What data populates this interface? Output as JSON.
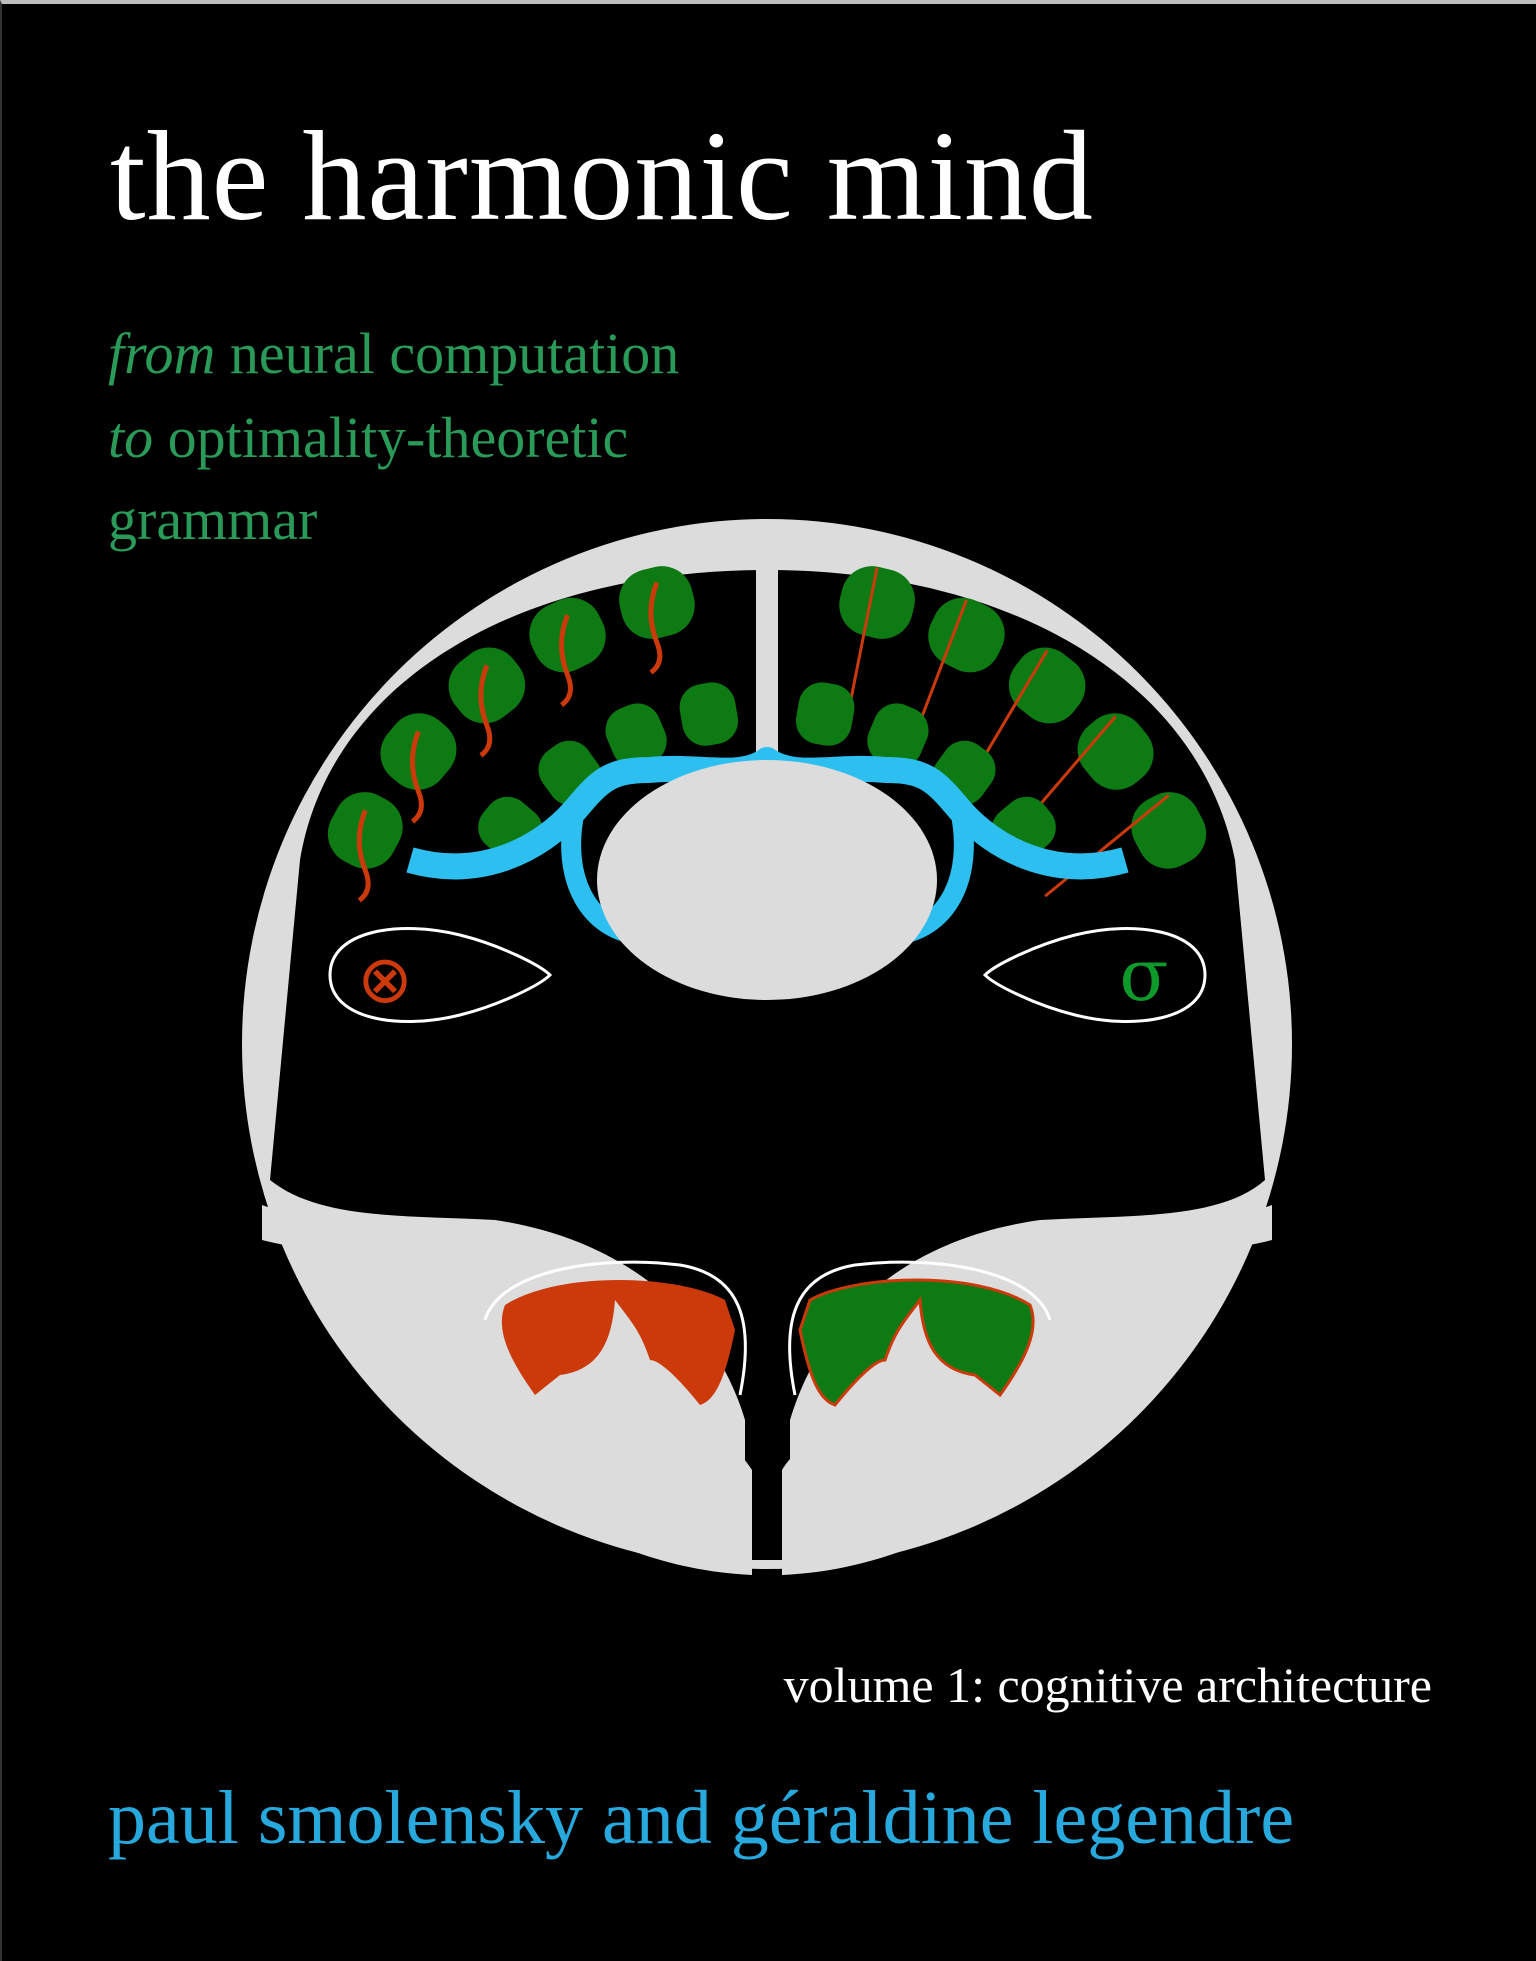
{
  "cover": {
    "title": "the harmonic mind",
    "subtitle": {
      "line1_italic": "from",
      "line1_rest": " neural computation",
      "line2_italic": "to",
      "line2_rest": " optimality-theoretic",
      "line3": "grammar"
    },
    "volume": "volume 1: cognitive architecture",
    "authors": "paul smolensky and géraldine legendre"
  },
  "illustration": {
    "left_symbol": "⊗",
    "right_symbol": "σ",
    "colors": {
      "green": "#0e7a14",
      "red": "#cc3a0c",
      "cyan": "#2cbfef",
      "grey": "#dcdcdc",
      "title_green": "#2a9a58",
      "author_blue": "#27a9de"
    }
  }
}
